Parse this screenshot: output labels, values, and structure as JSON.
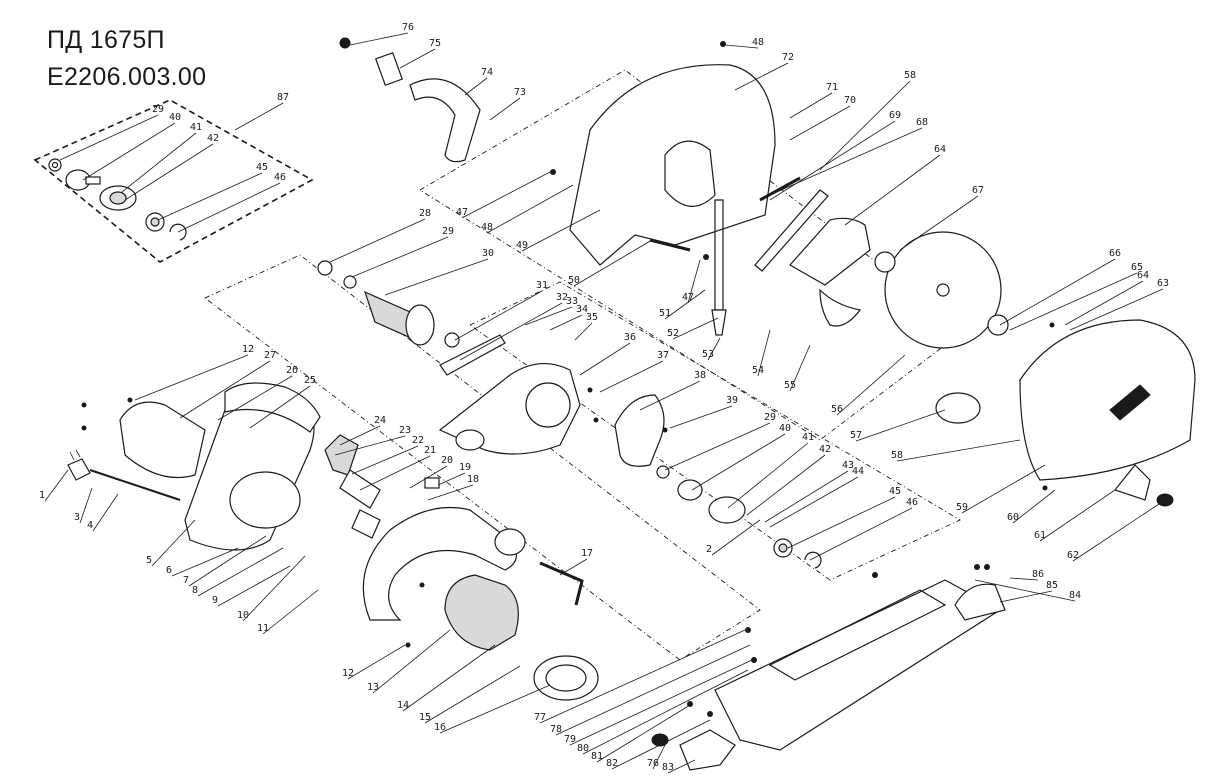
{
  "title": {
    "model": "ПД 1675П",
    "code": "E2206.003.00"
  },
  "callouts": [
    {
      "label": "1"
    },
    {
      "label": "2"
    },
    {
      "label": "3"
    },
    {
      "label": "4"
    },
    {
      "label": "5"
    },
    {
      "label": "6"
    },
    {
      "label": "7"
    },
    {
      "label": "8"
    },
    {
      "label": "9"
    },
    {
      "label": "10"
    },
    {
      "label": "11"
    },
    {
      "label": "12"
    },
    {
      "label": "12"
    },
    {
      "label": "13"
    },
    {
      "label": "14"
    },
    {
      "label": "15"
    },
    {
      "label": "16"
    },
    {
      "label": "17"
    },
    {
      "label": "18"
    },
    {
      "label": "19"
    },
    {
      "label": "20"
    },
    {
      "label": "21"
    },
    {
      "label": "22"
    },
    {
      "label": "23"
    },
    {
      "label": "24"
    },
    {
      "label": "25"
    },
    {
      "label": "26"
    },
    {
      "label": "27"
    },
    {
      "label": "28"
    },
    {
      "label": "29"
    },
    {
      "label": "29"
    },
    {
      "label": "29"
    },
    {
      "label": "30"
    },
    {
      "label": "31"
    },
    {
      "label": "32"
    },
    {
      "label": "33"
    },
    {
      "label": "34"
    },
    {
      "label": "35"
    },
    {
      "label": "36"
    },
    {
      "label": "37"
    },
    {
      "label": "38"
    },
    {
      "label": "39"
    },
    {
      "label": "40"
    },
    {
      "label": "40"
    },
    {
      "label": "41"
    },
    {
      "label": "41"
    },
    {
      "label": "42"
    },
    {
      "label": "42"
    },
    {
      "label": "43"
    },
    {
      "label": "44"
    },
    {
      "label": "45"
    },
    {
      "label": "45"
    },
    {
      "label": "46"
    },
    {
      "label": "46"
    },
    {
      "label": "47"
    },
    {
      "label": "47"
    },
    {
      "label": "48"
    },
    {
      "label": "48"
    },
    {
      "label": "49"
    },
    {
      "label": "50"
    },
    {
      "label": "51"
    },
    {
      "label": "52"
    },
    {
      "label": "53"
    },
    {
      "label": "54"
    },
    {
      "label": "55"
    },
    {
      "label": "56"
    },
    {
      "label": "57"
    },
    {
      "label": "58"
    },
    {
      "label": "58"
    },
    {
      "label": "59"
    },
    {
      "label": "60"
    },
    {
      "label": "61"
    },
    {
      "label": "62"
    },
    {
      "label": "63"
    },
    {
      "label": "64"
    },
    {
      "label": "64"
    },
    {
      "label": "65"
    },
    {
      "label": "66"
    },
    {
      "label": "67"
    },
    {
      "label": "68"
    },
    {
      "label": "69"
    },
    {
      "label": "70"
    },
    {
      "label": "71"
    },
    {
      "label": "72"
    },
    {
      "label": "73"
    },
    {
      "label": "74"
    },
    {
      "label": "75"
    },
    {
      "label": "76"
    },
    {
      "label": "76"
    },
    {
      "label": "77"
    },
    {
      "label": "78"
    },
    {
      "label": "79"
    },
    {
      "label": "80"
    },
    {
      "label": "81"
    },
    {
      "label": "82"
    },
    {
      "label": "83"
    },
    {
      "label": "84"
    },
    {
      "label": "85"
    },
    {
      "label": "86"
    },
    {
      "label": "87"
    }
  ]
}
